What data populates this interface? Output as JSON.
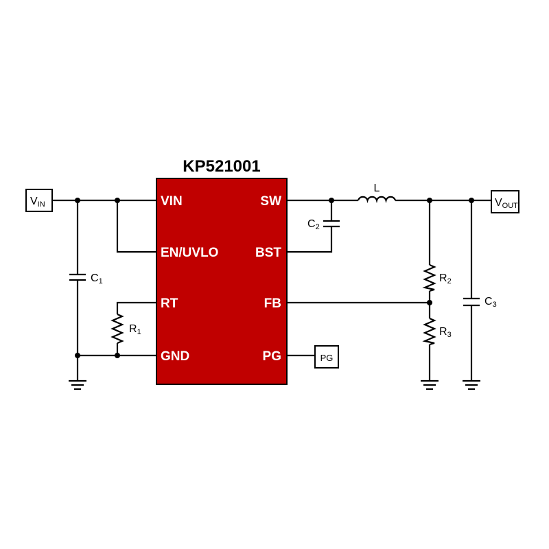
{
  "chip": {
    "part_number": "KP521001",
    "color": "#c00000",
    "left_pins": [
      "VIN",
      "EN/UVLO",
      "RT",
      "GND"
    ],
    "right_pins": [
      "SW",
      "BST",
      "FB",
      "PG"
    ]
  },
  "terminals": {
    "vin": {
      "main": "V",
      "sub": "IN"
    },
    "vout": {
      "main": "V",
      "sub": "OUT"
    },
    "pg": "PG"
  },
  "components": {
    "c1": {
      "main": "C",
      "sub": "1"
    },
    "c2": {
      "main": "C",
      "sub": "2"
    },
    "c3": {
      "main": "C",
      "sub": "3"
    },
    "r1": {
      "main": "R",
      "sub": "1"
    },
    "r2": {
      "main": "R",
      "sub": "2"
    },
    "r3": {
      "main": "R",
      "sub": "3"
    },
    "l": "L"
  }
}
